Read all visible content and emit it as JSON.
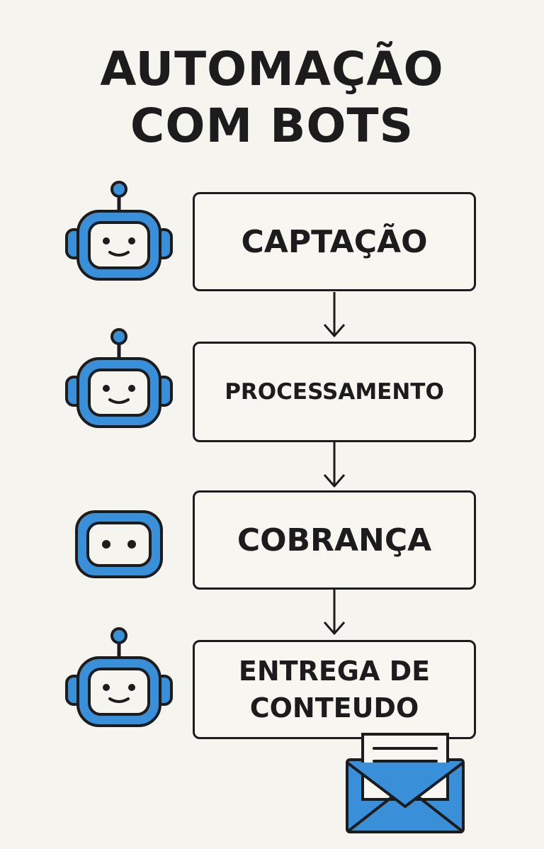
{
  "title": {
    "line1": "AUTOMAÇÃO",
    "line2": "COM BOTS"
  },
  "steps": [
    {
      "label": "CAPTAÇÃO",
      "icon": "robot-icon"
    },
    {
      "label": "PROCESSAMENTO",
      "icon": "robot-icon"
    },
    {
      "label": "COBRANÇA",
      "icon": "robot-face-icon"
    },
    {
      "label": "ENTREGA DE CONTEUDO",
      "icon": "robot-icon"
    }
  ],
  "decoration": {
    "final_icon": "envelope-letter-icon"
  },
  "colors": {
    "background": "#f6f4ef",
    "accent_blue": "#3a8fd9",
    "outline": "#1c1c1c"
  }
}
